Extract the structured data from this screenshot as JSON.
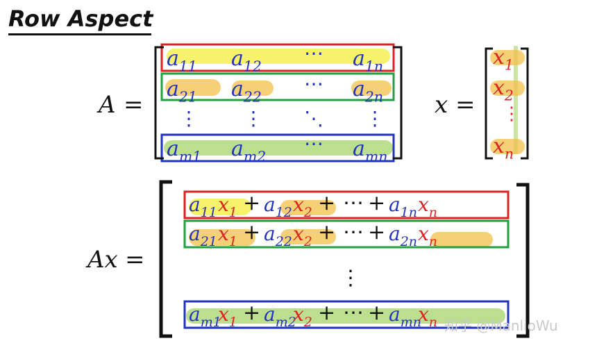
{
  "title": "Row Aspect",
  "colors": {
    "blue": "#2233bb",
    "red": "#dd2222",
    "ink": "#111111",
    "yellow": "#f4ee3a",
    "orange": "#f3c04a",
    "green": "#a6d36a"
  },
  "matrixA": {
    "lhs_var": "A",
    "equals": "=",
    "rows": [
      [
        {
          "v": "a",
          "s": "11"
        },
        {
          "v": "a",
          "s": "12"
        },
        {
          "sym": "⋯"
        },
        {
          "v": "a",
          "s": "1n"
        }
      ],
      [
        {
          "v": "a",
          "s": "21"
        },
        {
          "v": "a",
          "s": "22"
        },
        {
          "sym": "⋯"
        },
        {
          "v": "a",
          "s": "2n"
        }
      ],
      [
        {
          "sym": "⋮"
        },
        {
          "sym": "⋮"
        },
        {
          "sym": "⋱"
        },
        {
          "sym": "⋮"
        }
      ],
      [
        {
          "v": "a",
          "s": "m1"
        },
        {
          "v": "a",
          "s": "m2"
        },
        {
          "sym": "⋯"
        },
        {
          "v": "a",
          "s": "mn"
        }
      ]
    ]
  },
  "vectorX": {
    "lhs_var": "x",
    "equals": "=",
    "entries": [
      {
        "v": "x",
        "s": "1"
      },
      {
        "v": "x",
        "s": "2"
      },
      {
        "sym": "⋮"
      },
      {
        "v": "x",
        "s": "n"
      }
    ]
  },
  "productAx": {
    "lhs_var": "Ax",
    "equals": "=",
    "rows": [
      [
        {
          "a": "11",
          "x": "1"
        },
        {
          "op": "+"
        },
        {
          "a": "12",
          "x": "2"
        },
        {
          "op": "+"
        },
        {
          "op": "⋯"
        },
        {
          "op": "+"
        },
        {
          "a": "1n",
          "x": "n"
        }
      ],
      [
        {
          "a": "21",
          "x": "1"
        },
        {
          "op": "+"
        },
        {
          "a": "22",
          "x": "2"
        },
        {
          "op": "+"
        },
        {
          "op": "⋯"
        },
        {
          "op": "+"
        },
        {
          "a": "2n",
          "x": "n"
        }
      ],
      [
        {
          "op": "⋮"
        }
      ],
      [
        {
          "a": "m1",
          "x": "1"
        },
        {
          "op": "+"
        },
        {
          "a": "m2",
          "x": "2"
        },
        {
          "op": "+"
        },
        {
          "op": "⋯"
        },
        {
          "op": "+"
        },
        {
          "a": "mn",
          "x": "n"
        }
      ]
    ]
  },
  "watermark": "知乎 @ManlioWu"
}
